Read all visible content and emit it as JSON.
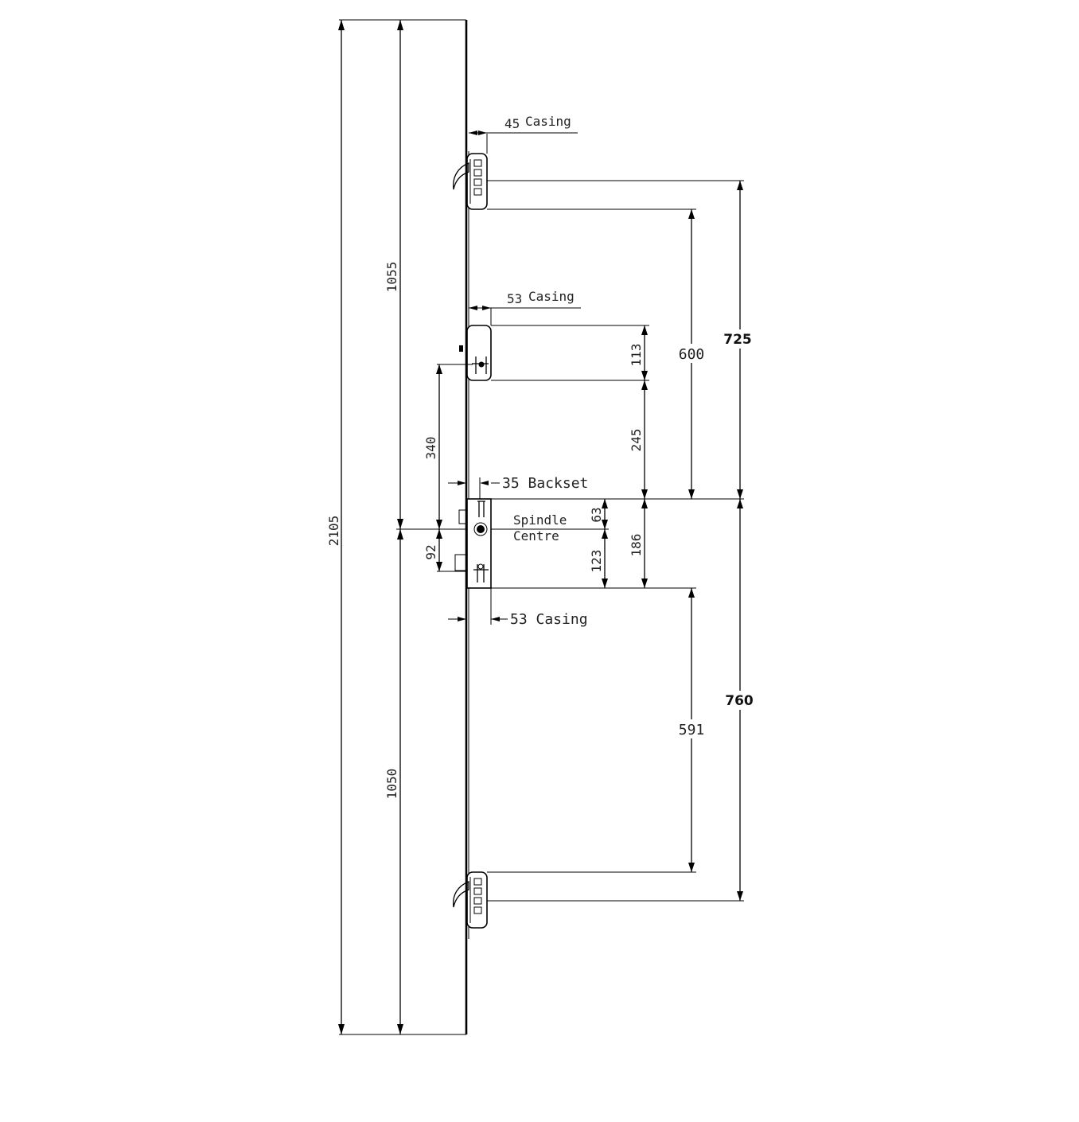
{
  "labels": {
    "top_casing_num": "45",
    "top_casing_word": "Casing",
    "mid_casing_num": "53",
    "mid_casing_word": "Casing",
    "backset": "35 Backset",
    "spindle_line1": "Spindle",
    "spindle_line2": "Centre",
    "lower_casing": "53 Casing"
  },
  "dimensions": {
    "overall_height": "2105",
    "upper_to_spindle": "1055",
    "lower_to_spindle": "1050",
    "spindle_to_centre_body": "340",
    "spindle_to_bottom_body": "92",
    "dim_113": "113",
    "dim_245": "245",
    "dim_63": "63",
    "dim_123": "123",
    "dim_186": "186",
    "dim_600": "600",
    "dim_591": "591",
    "dim_725": "725",
    "dim_760": "760"
  }
}
